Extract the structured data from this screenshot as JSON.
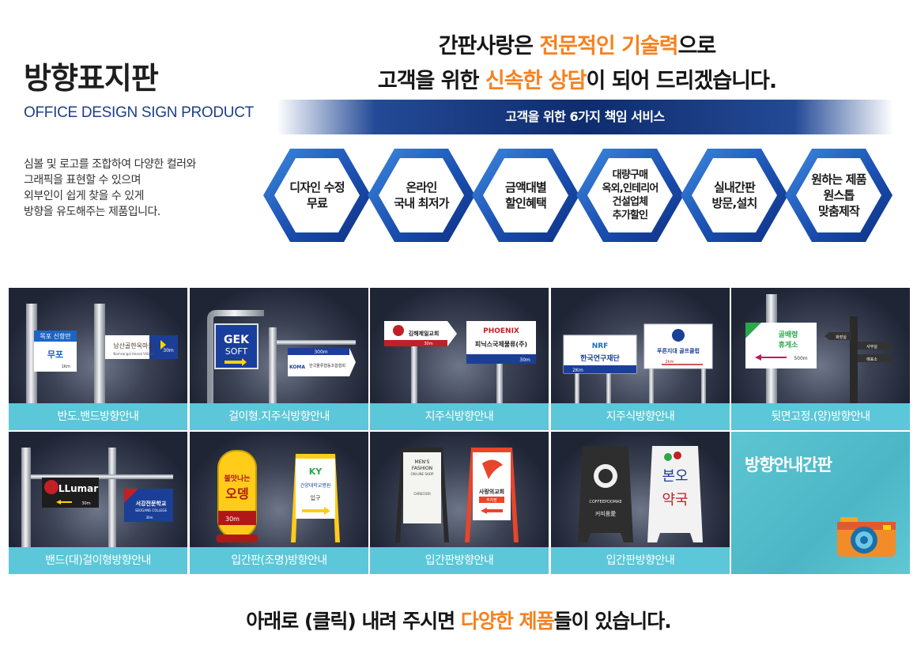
{
  "brand": {
    "title": "방향표지판",
    "subtitle": "OFFICE DESIGN SIGN PRODUCT",
    "description": [
      "심볼 및 로고를 조합하여 다양한 컬러와",
      "그래픽을 표현할 수 있으며",
      "외부인이 쉽게 찾을 수 있게",
      "방향을 유도해주는 제품입니다."
    ]
  },
  "headline": {
    "line1": {
      "a": "간판사랑은 ",
      "b": "전문적인 기술력",
      "c": "으로"
    },
    "line2": {
      "a": "고객을 위한 ",
      "b": "신속한 상담",
      "c": "이 되어 드리겠습니다."
    }
  },
  "services": {
    "banner": "고객을 위한 6가지 책임 서비스",
    "items": [
      {
        "lines": [
          "디자인 수정",
          "무료"
        ]
      },
      {
        "lines": [
          "온라인",
          "국내 최저가"
        ]
      },
      {
        "lines": [
          "금액대별",
          "할인혜택"
        ]
      },
      {
        "lines": [
          "대량구매",
          "옥외,인테리어",
          "건설업체",
          "추가할인"
        ]
      },
      {
        "lines": [
          "실내간판",
          "방문,설치"
        ]
      },
      {
        "lines": [
          "원하는 제품",
          "원스톱",
          "맞춤제작"
        ]
      }
    ]
  },
  "products": [
    {
      "label": "반도.밴드방향안내"
    },
    {
      "label": "걸이형.지주식방향안내"
    },
    {
      "label": "지주식방향안내"
    },
    {
      "label": "지주식방향안내"
    },
    {
      "label": "뒷면고정.(양)방향안내"
    },
    {
      "label": "밴드(대)걸이형방향안내"
    },
    {
      "label": "입간판(조명)방향안내"
    },
    {
      "label": "입간판방향안내"
    },
    {
      "label": "입간판방향안내"
    }
  ],
  "sign_text": {
    "c1_left": [
      "목포 신항만",
      "무포",
      "1Km"
    ],
    "c1_right": [
      "남산골한옥마을",
      "Namsangol Hanok Village",
      "30m"
    ],
    "c2_left": [
      "GEK",
      "SOFT"
    ],
    "c2_right": [
      "한국물류협동조합협회",
      "300m",
      "KOMA"
    ],
    "c3_left": [
      "김해제일교회",
      "30m"
    ],
    "c3_right": [
      "PHOENIX",
      "피닉스국제물류(주)",
      "30m"
    ],
    "c4_left": [
      "NRF",
      "한국연구재단",
      "2Km"
    ],
    "c4_right": [
      "푸른지대 골프클럽",
      "2km"
    ],
    "c5_left": [
      "골배령",
      "휴게소",
      "500m"
    ],
    "c5_right": [
      "화장실",
      "사무실",
      "매표소"
    ],
    "c6_left": [
      "LLumar",
      "30m"
    ],
    "c6_right": [
      "서강전문학교",
      "SEOGANG COLLEGE",
      "30m"
    ],
    "c7_left": [
      "불맛나는",
      "오뎅",
      "30m"
    ],
    "c7_right": [
      "KY",
      "건양대학교병원",
      "입구"
    ],
    "c8_left": [
      "MEN'S",
      "FASHION",
      "ON-LINE SHOP",
      "CHRECODI"
    ],
    "c8_right": [
      "사랑의교회",
      "주차장"
    ],
    "c9_left": [
      "COFFEEPOOMAE",
      "커피품愛"
    ],
    "c9_right": [
      "본오",
      "약국"
    ]
  },
  "promo": {
    "title": "방향안내간판",
    "camera_icon": "camera-icon"
  },
  "footer": {
    "a": "아래로 (클릭) 내려 주시면 ",
    "b": "다양한 제품",
    "c": "들이 있습니다."
  },
  "colors": {
    "accent": "#f58220",
    "navy": "#1d3f88",
    "caption": "#5cc7d8"
  }
}
